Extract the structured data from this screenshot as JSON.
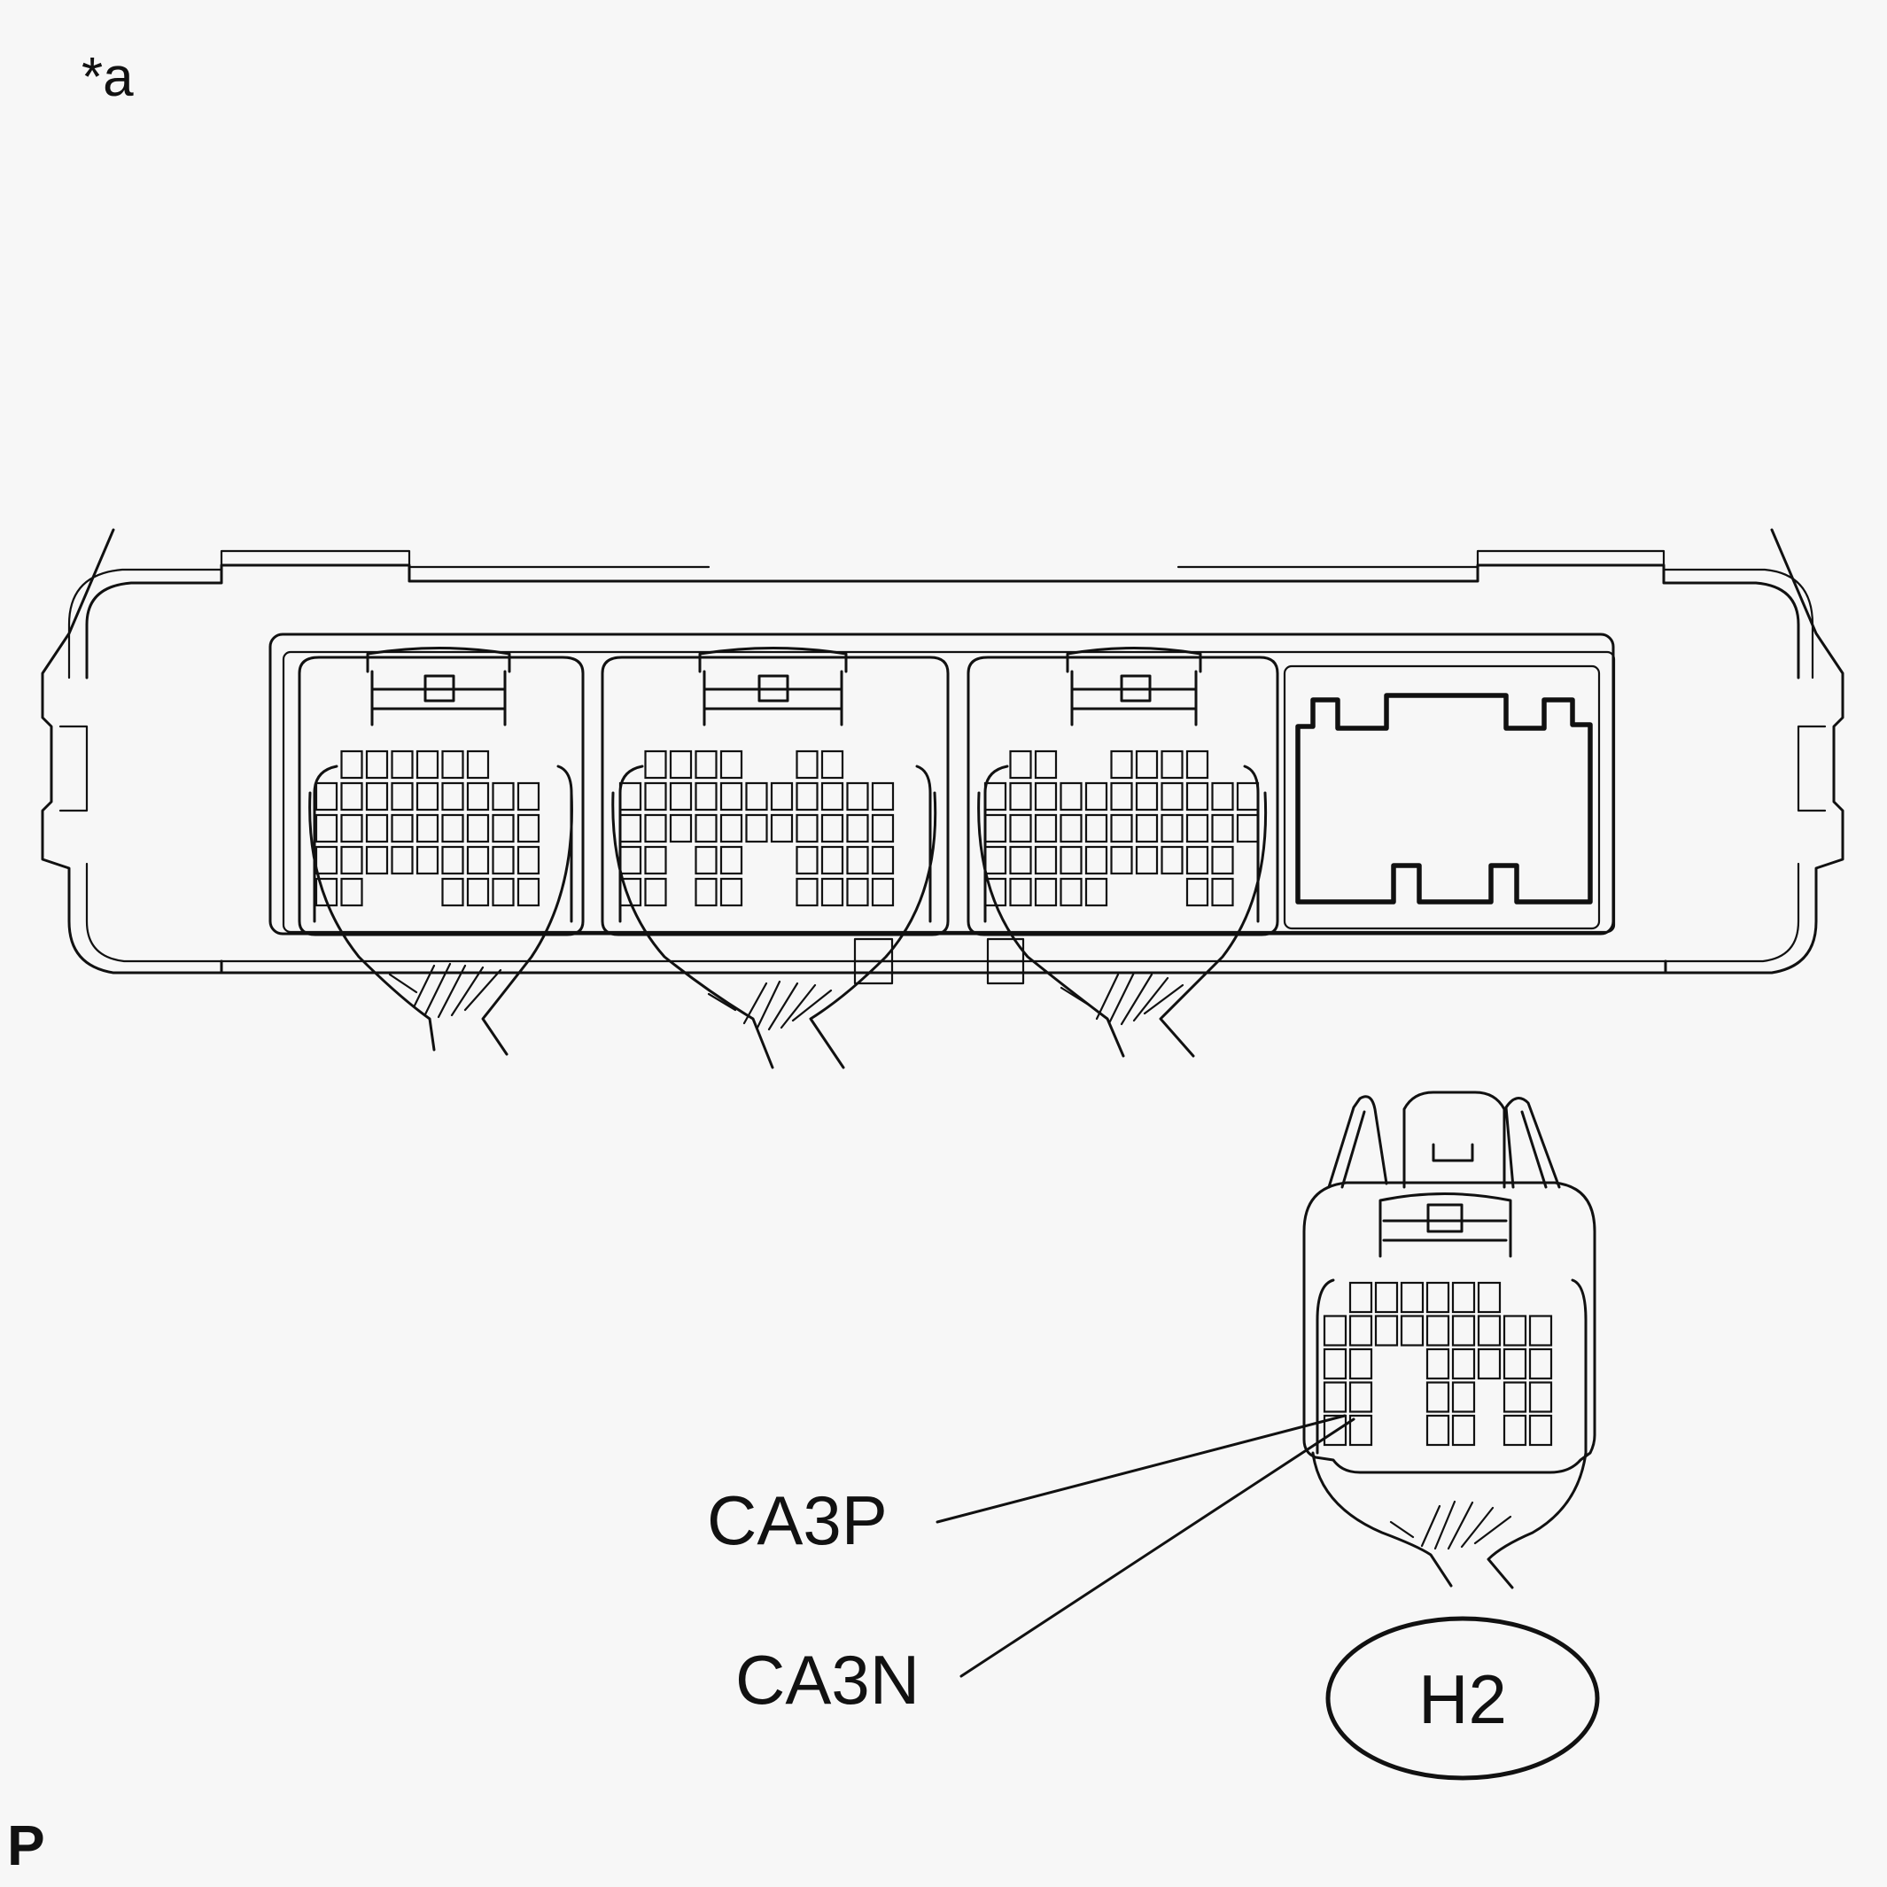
{
  "figure_marker": "*a",
  "corner_mark": "P",
  "callouts": {
    "upper_terminal": "CA3P",
    "lower_terminal": "CA3N"
  },
  "connector_id": "H2"
}
